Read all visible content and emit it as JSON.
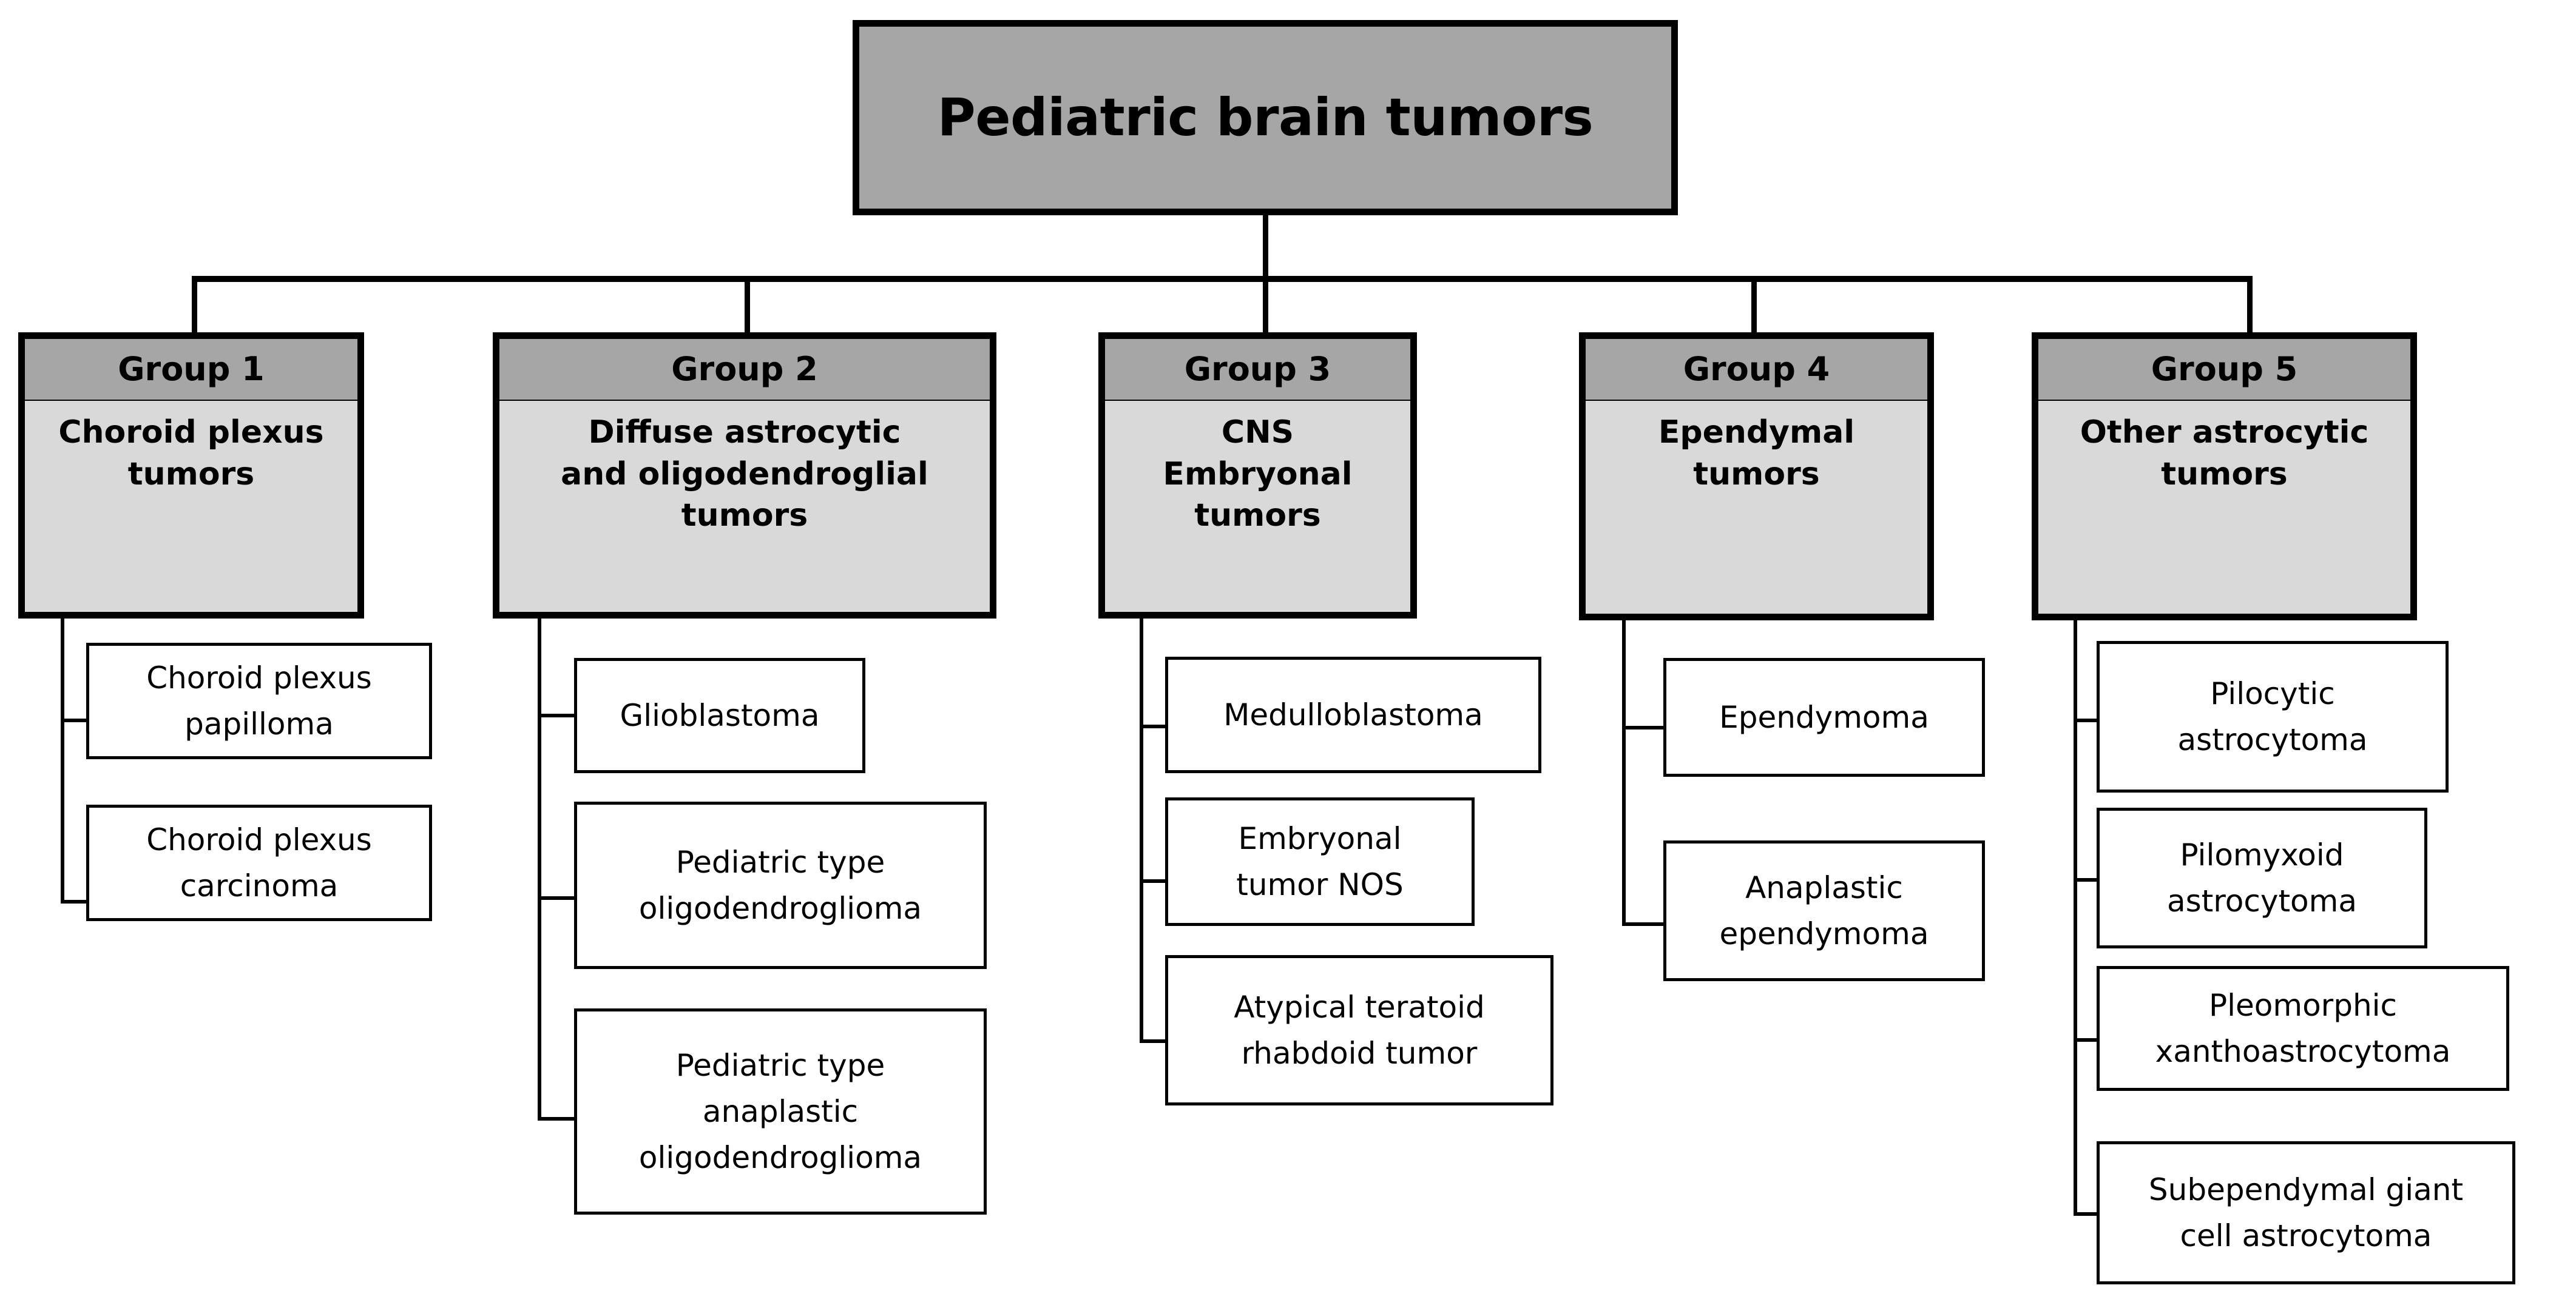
{
  "diagram": {
    "title": "Pediatric brain tumors",
    "root": {
      "label": "Pediatric brain tumors"
    },
    "groups": [
      {
        "header": "Group 1",
        "title": "Choroid plexus\ntumors",
        "children": [
          {
            "label": "Choroid plexus\npapilloma"
          },
          {
            "label": "Choroid plexus\ncarcinoma"
          }
        ]
      },
      {
        "header": "Group 2",
        "title": "Diffuse astrocytic\nand oligodendroglial\ntumors",
        "children": [
          {
            "label": "Glioblastoma"
          },
          {
            "label": "Pediatric type\noligodendroglioma"
          },
          {
            "label": "Pediatric type\nanaplastic\noligodendroglioma"
          }
        ]
      },
      {
        "header": "Group 3",
        "title": "CNS\nEmbryonal\ntumors",
        "children": [
          {
            "label": "Medulloblastoma"
          },
          {
            "label": "Embryonal\ntumor NOS"
          },
          {
            "label": "Atypical teratoid\nrhabdoid tumor"
          }
        ]
      },
      {
        "header": "Group 4",
        "title": "Ependymal\ntumors",
        "children": [
          {
            "label": "Ependymoma"
          },
          {
            "label": "Anaplastic\nependymoma"
          }
        ]
      },
      {
        "header": "Group 5",
        "title": "Other astrocytic\ntumors",
        "children": [
          {
            "label": "Pilocytic\nastrocytoma"
          },
          {
            "label": "Pilomyxoid\nastrocytoma"
          },
          {
            "label": "Pleomorphic\nxanthoastrocytoma"
          },
          {
            "label": "Subependymal giant\ncell astrocytoma"
          }
        ]
      }
    ],
    "colors": {
      "root_fill": "#a6a6a6",
      "group_header_fill": "#a6a6a6",
      "group_body_fill": "#d9d9d9",
      "leaf_fill": "#ffffff",
      "line": "#000000"
    }
  }
}
